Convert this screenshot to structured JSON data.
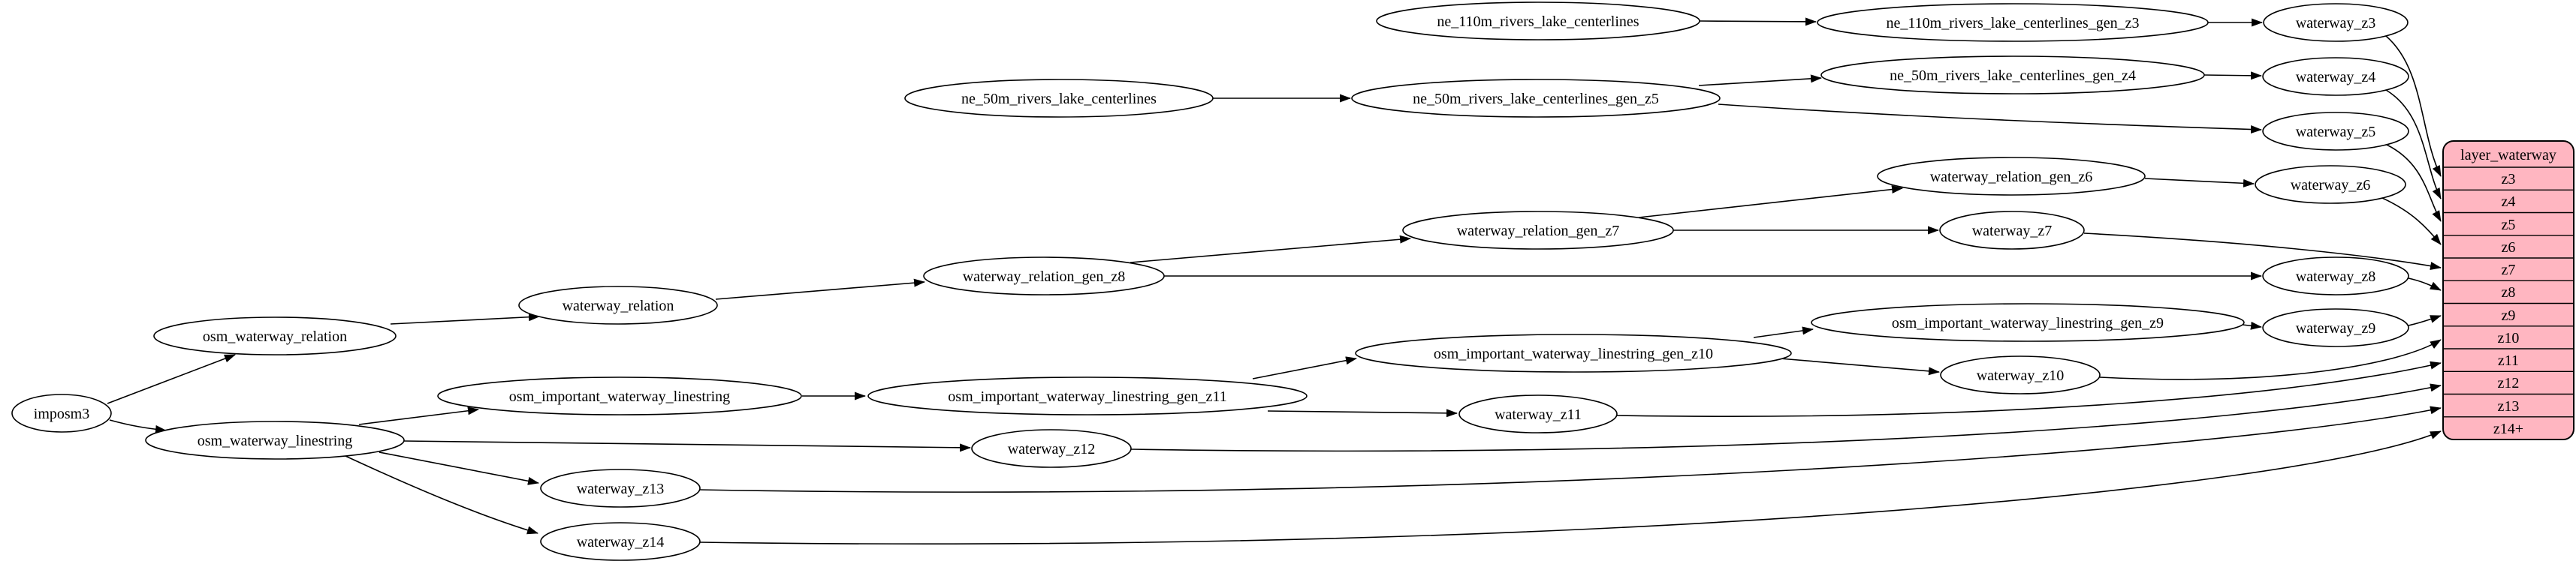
{
  "colors": {
    "background": "#ffffff",
    "node_fill": "#ffffff",
    "node_stroke": "#000000",
    "edge_color": "#000000",
    "table_fill": "#ffb6c1",
    "table_stroke": "#000000",
    "text_color": "#000000"
  },
  "nodes": {
    "imposm3": "imposm3",
    "osm_waterway_relation": "osm_waterway_relation",
    "osm_waterway_linestring": "osm_waterway_linestring",
    "waterway_relation": "waterway_relation",
    "osm_important_waterway_linestring": "osm_important_waterway_linestring",
    "waterway_relation_gen_z8": "waterway_relation_gen_z8",
    "waterway_relation_gen_z7": "waterway_relation_gen_z7",
    "waterway_relation_gen_z6": "waterway_relation_gen_z6",
    "osm_important_waterway_linestring_gen_z11": "osm_important_waterway_linestring_gen_z11",
    "osm_important_waterway_linestring_gen_z10": "osm_important_waterway_linestring_gen_z10",
    "osm_important_waterway_linestring_gen_z9": "osm_important_waterway_linestring_gen_z9",
    "ne_110m_rivers_lake_centerlines": "ne_110m_rivers_lake_centerlines",
    "ne_110m_rivers_lake_centerlines_gen_z3": "ne_110m_rivers_lake_centerlines_gen_z3",
    "ne_50m_rivers_lake_centerlines": "ne_50m_rivers_lake_centerlines",
    "ne_50m_rivers_lake_centerlines_gen_z5": "ne_50m_rivers_lake_centerlines_gen_z5",
    "ne_50m_rivers_lake_centerlines_gen_z4": "ne_50m_rivers_lake_centerlines_gen_z4",
    "waterway_z3": "waterway_z3",
    "waterway_z4": "waterway_z4",
    "waterway_z5": "waterway_z5",
    "waterway_z6": "waterway_z6",
    "waterway_z7": "waterway_z7",
    "waterway_z8": "waterway_z8",
    "waterway_z9": "waterway_z9",
    "waterway_z10": "waterway_z10",
    "waterway_z11": "waterway_z11",
    "waterway_z12": "waterway_z12",
    "waterway_z13": "waterway_z13",
    "waterway_z14": "waterway_z14"
  },
  "table": {
    "title": "layer_waterway",
    "rows": [
      "z3",
      "z4",
      "z5",
      "z6",
      "z7",
      "z8",
      "z9",
      "z10",
      "z11",
      "z12",
      "z13",
      "z14+"
    ]
  },
  "edges": [
    {
      "from": "imposm3",
      "to": "osm_waterway_relation"
    },
    {
      "from": "imposm3",
      "to": "osm_waterway_linestring"
    },
    {
      "from": "osm_waterway_relation",
      "to": "waterway_relation"
    },
    {
      "from": "waterway_relation",
      "to": "waterway_relation_gen_z8"
    },
    {
      "from": "waterway_relation_gen_z8",
      "to": "waterway_relation_gen_z7"
    },
    {
      "from": "waterway_relation_gen_z8",
      "to": "waterway_z8"
    },
    {
      "from": "waterway_relation_gen_z7",
      "to": "waterway_relation_gen_z6"
    },
    {
      "from": "waterway_relation_gen_z7",
      "to": "waterway_z7"
    },
    {
      "from": "waterway_relation_gen_z6",
      "to": "waterway_z6"
    },
    {
      "from": "osm_waterway_linestring",
      "to": "osm_important_waterway_linestring"
    },
    {
      "from": "osm_waterway_linestring",
      "to": "waterway_z12"
    },
    {
      "from": "osm_waterway_linestring",
      "to": "waterway_z13"
    },
    {
      "from": "osm_waterway_linestring",
      "to": "waterway_z14"
    },
    {
      "from": "osm_important_waterway_linestring",
      "to": "osm_important_waterway_linestring_gen_z11"
    },
    {
      "from": "osm_important_waterway_linestring_gen_z11",
      "to": "osm_important_waterway_linestring_gen_z10"
    },
    {
      "from": "osm_important_waterway_linestring_gen_z11",
      "to": "waterway_z11"
    },
    {
      "from": "osm_important_waterway_linestring_gen_z10",
      "to": "osm_important_waterway_linestring_gen_z9"
    },
    {
      "from": "osm_important_waterway_linestring_gen_z10",
      "to": "waterway_z10"
    },
    {
      "from": "osm_important_waterway_linestring_gen_z9",
      "to": "waterway_z9"
    },
    {
      "from": "ne_110m_rivers_lake_centerlines",
      "to": "ne_110m_rivers_lake_centerlines_gen_z3"
    },
    {
      "from": "ne_110m_rivers_lake_centerlines_gen_z3",
      "to": "waterway_z3"
    },
    {
      "from": "ne_50m_rivers_lake_centerlines",
      "to": "ne_50m_rivers_lake_centerlines_gen_z5"
    },
    {
      "from": "ne_50m_rivers_lake_centerlines_gen_z5",
      "to": "ne_50m_rivers_lake_centerlines_gen_z4"
    },
    {
      "from": "ne_50m_rivers_lake_centerlines_gen_z5",
      "to": "waterway_z5"
    },
    {
      "from": "ne_50m_rivers_lake_centerlines_gen_z4",
      "to": "waterway_z4"
    },
    {
      "from": "waterway_z3",
      "to": "layer_waterway.z3"
    },
    {
      "from": "waterway_z4",
      "to": "layer_waterway.z4"
    },
    {
      "from": "waterway_z5",
      "to": "layer_waterway.z5"
    },
    {
      "from": "waterway_z6",
      "to": "layer_waterway.z6"
    },
    {
      "from": "waterway_z7",
      "to": "layer_waterway.z7"
    },
    {
      "from": "waterway_z8",
      "to": "layer_waterway.z8"
    },
    {
      "from": "waterway_z9",
      "to": "layer_waterway.z9"
    },
    {
      "from": "waterway_z10",
      "to": "layer_waterway.z10"
    },
    {
      "from": "waterway_z11",
      "to": "layer_waterway.z11"
    },
    {
      "from": "waterway_z12",
      "to": "layer_waterway.z12"
    },
    {
      "from": "waterway_z13",
      "to": "layer_waterway.z13"
    },
    {
      "from": "waterway_z14",
      "to": "layer_waterway.z14+"
    }
  ]
}
